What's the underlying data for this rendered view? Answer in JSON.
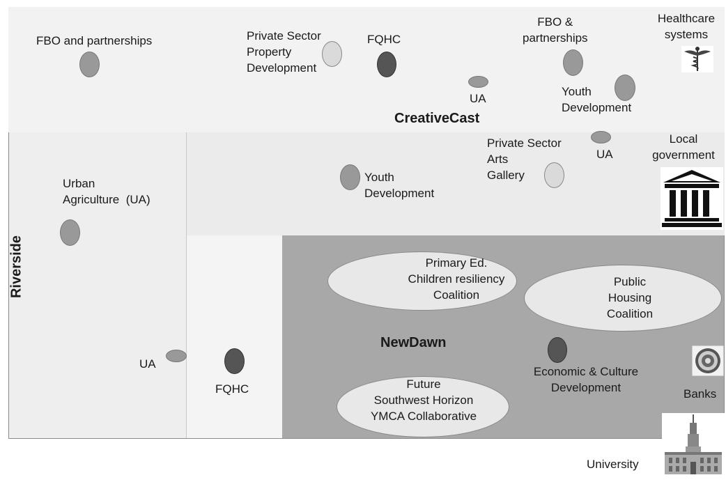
{
  "regions": {
    "creativecast": "CreativeCast",
    "riverside": "Riverside",
    "newdawn": "NewDawn"
  },
  "nodes": {
    "fbo_partnerships_left": "FBO and partnerships",
    "private_sector_property": "Private Sector\nProperty\nDevelopment",
    "fqhc_top": "FQHC",
    "fbo_partnerships_right": "FBO &\npartnerships",
    "ua_top": "UA",
    "youth_dev_top": "Youth\nDevelopment",
    "private_sector_arts": "Private Sector\nArts\nGallery",
    "ua_mid": "UA",
    "youth_dev_mid": "Youth\nDevelopment",
    "urban_agriculture": "Urban\nAgriculture  (UA)",
    "ua_riverside": "UA",
    "fqhc_bottom": "FQHC",
    "primary_ed": "Primary Ed.\nChildren resiliency\nCoalition",
    "public_housing": "Public\nHousing\nCoalition",
    "economic_culture": "Economic & Culture\nDevelopment",
    "future_southwest": "Future\nSouthwest Horizon\nYMCA Collaborative"
  },
  "stakeholders": {
    "healthcare": "Healthcare\nsystems",
    "local_government": "Local\ngovernment",
    "banks": "Banks",
    "university": "University"
  },
  "icons": [
    "caduceus-icon",
    "government-building-icon",
    "bank-seal-icon",
    "university-building-icon"
  ]
}
